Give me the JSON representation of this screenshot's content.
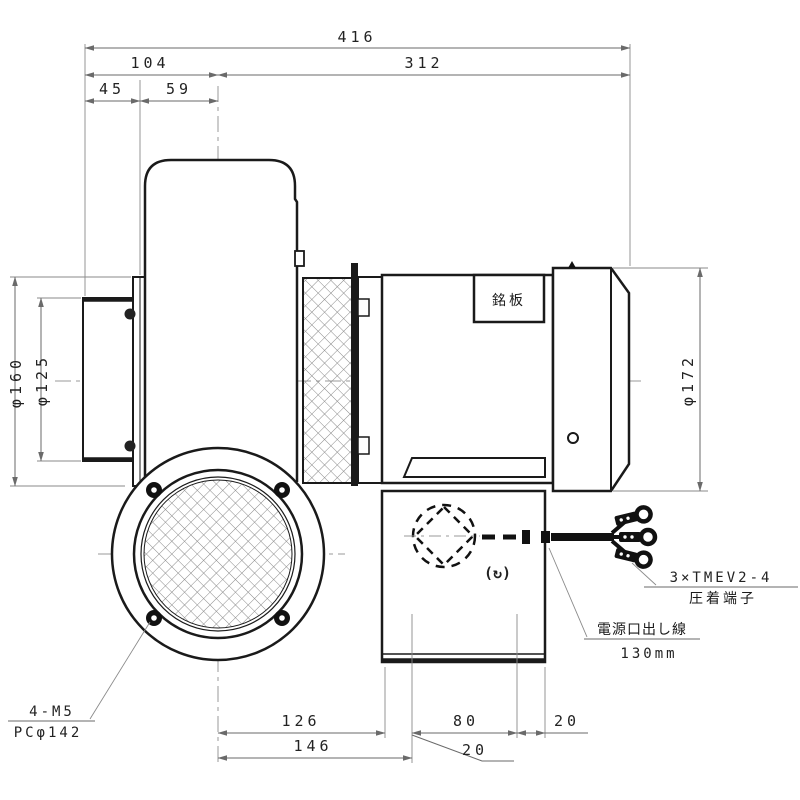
{
  "dims": {
    "d416": "416",
    "d104": "104",
    "d312": "312",
    "d45": "45",
    "d59": "59",
    "d126": "126",
    "d146": "146",
    "d80": "80",
    "d20_gap": "20",
    "d20_end": "20",
    "phi160": "φ160",
    "phi125": "φ125",
    "phi172": "φ172"
  },
  "labels": {
    "nameplate": "銘板",
    "terminal_type": "3×TMEV2-4",
    "terminal_kind": "圧着端子",
    "lead_wire": "電源口出し線",
    "lead_length": "130mm",
    "mount_screws": "4-M5",
    "mount_pitch": "PCφ142"
  },
  "colors": {
    "line": "#1a1a1a",
    "dimension": "#6a6a6a",
    "background": "#ffffff"
  }
}
